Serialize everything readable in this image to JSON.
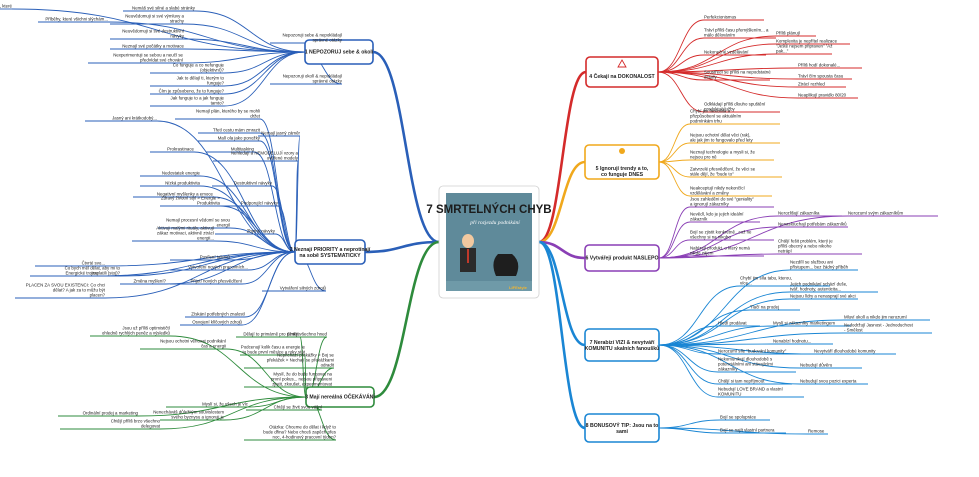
{
  "center": {
    "title": "7 SMRTELNÝCH CHYB",
    "subtitle": "při rozjezdu podnikání",
    "badge": "LIFEstyle",
    "colors": {
      "bg": "#5f8a9a",
      "title": "#1c1c1c",
      "subtitle": "#ffffff"
    }
  },
  "branches": [
    {
      "id": "b1",
      "color": "#2a5fb8",
      "title": [
        "1 NEPOZORUJ sebe & okolí"
      ],
      "nodes": [
        {
          "text": "Nemáš své silné a slabé stránky"
        },
        {
          "text": "Neuvědomuji si své výmluvy a strachy"
        },
        {
          "text": "Neuvědomuji si své destruktivní návyky"
        },
        {
          "text": "Neznají své počátky a motivace"
        },
        {
          "text": "Nexperimentuji se sebou a neučí se předvídat své chování"
        },
        {
          "text": "Nepozoruji sebe & nepokládají správné otázky"
        },
        {
          "text": "Co funguje a co nefunguje (objektivní)?"
        },
        {
          "text": "Jak to dělají ti, kterým to funguje?"
        },
        {
          "text": "Čím je způsobeno, že to funguje?"
        },
        {
          "text": "Nepozoruji okolí & nepokládají správné otázky"
        },
        {
          "text": "Jak funguje to a jak funguje tamto?"
        },
        {
          "text": "Příběhy, které všichni slýchám..."
        },
        {
          "text": "ny, které"
        }
      ]
    },
    {
      "id": "b2",
      "color": "#2a5fb8",
      "title": [
        "2 Neznají PRIORITY a neprotínají",
        "na sobě SYSTEMATICKY"
      ],
      "nodes": [
        {
          "text": "Nemají plán, kterého by se mohli držet"
        },
        {
          "text": "Jasný ani krátkodobý..."
        },
        {
          "text": "Třetí cestu mám zmrazit"
        },
        {
          "text": "Malí ola jako ponožky"
        },
        {
          "text": "Nemají jasný záměr"
        },
        {
          "text": "Prokrastinace"
        },
        {
          "text": "Multitasking"
        },
        {
          "text": "Nehledají a NEMODELUJÍ vzory a ověřené modely"
        },
        {
          "text": "Nedostatek energie"
        },
        {
          "text": "Nízká produktivita"
        },
        {
          "text": "Destruktivní návyky"
        },
        {
          "text": "Negativní myšlenky a emoce"
        },
        {
          "text": "Zdravý životní styl > Energie > Produktivita"
        },
        {
          "text": "Podporující návyky"
        },
        {
          "text": "Nemají procesní vědomí se svou energií"
        },
        {
          "text": "Zbytné návyky"
        },
        {
          "text": "Aktivuji malými rituály, aktivují zákaz motivaci, aktivně ztrácí energii..."
        },
        {
          "text": "Čtvrté svo..."
        },
        {
          "text": "Energické trojice"
        },
        {
          "text": "Posílení talentů"
        },
        {
          "text": "Vytvoření nových pracovních..."
        },
        {
          "text": "Co bych měl dělat, aby mi to zaplatili (stoj)?"
        },
        {
          "text": "Změna myšlení?"
        },
        {
          "text": "Přijetí nových přesvědčení"
        },
        {
          "text": "PLACEN ZA SVOU EXISTENCI: Co chci dělat? A jak za to můžu být placen?"
        },
        {
          "text": "Získání potřebných znalostí"
        },
        {
          "text": "Vytváření silných zdrojů"
        },
        {
          "text": "Osvojení klíčových zdrojů"
        }
      ]
    },
    {
      "id": "b3",
      "color": "#2e8b3c",
      "title": [
        "3 Mají nereálná OČEKÁVÁNÍ"
      ],
      "nodes": [
        {
          "text": "Jsou už příliš optimističtí ohledně rychlých peněz a výsledků"
        },
        {
          "text": "Dělají to primárně pro peníze"
        },
        {
          "text": "Chtějí všechno hned"
        },
        {
          "text": "Nejsou ochotni věnovat podnikání čas a energii"
        },
        {
          "text": "Podcenují kolik času a energie je to bude první měsíce a roky stát"
        },
        {
          "text": "Nepřichází překážky > Boj se překážek > Nechají se překážkami odradit"
        },
        {
          "text": "Myslí, že do bude fungovat na první pokus... nejsou připraveni zjistit, zkoušet, experimentovat"
        },
        {
          "text": "Myslí si, že všech je víc"
        },
        {
          "text": "Ordinální prodej a marketing"
        },
        {
          "text": "Nenecháváš důležitým souvislostem svého byznysu a ignoruji je"
        },
        {
          "text": "Chtějí se živit svou vášní"
        },
        {
          "text": "Chtějí příliš brzo všechno delegovat"
        },
        {
          "text": "Otázka: Chceme do dělat i když to bude dřina? Nebo chceš zapěch přes noc, 4-hodinový pracovní týden?"
        }
      ]
    },
    {
      "id": "b4",
      "color": "#d42b2b",
      "title": [
        "4 Čekají na DOKONALOST"
      ],
      "nodes": [
        {
          "text": "Perfekcionismus"
        },
        {
          "text": "Tráví příliš času přemýšlením... a málo dělováním"
        },
        {
          "text": "Příliš plánují"
        },
        {
          "text": "Komplexita je nepřítel realizace"
        },
        {
          "text": "Nekonečné vzdělávání"
        },
        {
          "text": "\"Ještě nejsem připraven\" \"Až pak...\""
        },
        {
          "text": "Soustředí se příliš na nepodstatné detaily"
        },
        {
          "text": "Příliš hodí dokonalé..."
        },
        {
          "text": "Tráví čím spousta času"
        },
        {
          "text": "Ztrácí rozhled"
        },
        {
          "text": "Neaplikují pravidlo 80/20"
        },
        {
          "text": "Odkládají příliš dlouho spuštění produktu/služby"
        }
      ]
    },
    {
      "id": "b5",
      "color": "#f0a81c",
      "title": [
        "5 Ignorují trendy a to,",
        "co funguje DNES"
      ],
      "nodes": [
        {
          "text": "Chybí jim flexibilita a přizpůsobení se aktuálním podmínkám trhu"
        },
        {
          "text": "Nejsou ochotní dělat věci (rak), ale jak jim to fungovalo před lety"
        },
        {
          "text": "Neznají technologie a mysli si, že nejsou pro ně"
        },
        {
          "text": "Zatvrzelé přesvědčení, že věci se stále dějí, že \"bude to\""
        },
        {
          "text": "Neakceptují nikdy nekončící vzdělávání a změny"
        }
      ]
    },
    {
      "id": "b6",
      "color": "#8a3fb5",
      "title": [
        "6 Vytvářejí produkt NASLEPO"
      ],
      "nodes": [
        {
          "text": "Jsou zahleděni do své \"geniality\" a ignorují zákazníky"
        },
        {
          "text": "Nevědí, kdo je jejich ideální zákazník"
        },
        {
          "text": "Nerozlišují zákazníka"
        },
        {
          "text": "Nerozumí svým zákazníkům"
        },
        {
          "text": "Nenaslouchají potřebám zákazníků"
        },
        {
          "text": "Bojí se zjistit konkrétně...což ne všechny si na nikoho"
        },
        {
          "text": "Nabízejí produkt, o který nemá nikdo zájem"
        },
        {
          "text": "Chtějí řešit problém, který je příliš obecný a nebo nikoho netrápí"
        }
      ]
    },
    {
      "id": "b7",
      "color": "#1a86d4",
      "title": [
        "7 Nerabízí VIZI & nevytváří",
        "KOMUNITU skalních fanoušků"
      ],
      "nodes": [
        {
          "text": "Nezdílí se službou ani přístupem... bez žádný příběh"
        },
        {
          "text": "Chybí jim síla tabu, kterou, více..."
        },
        {
          "text": "Jejich podnikání schází duše, tvář, hodnoty, autenticita..."
        },
        {
          "text": "Nejsou lídry a nenasprají své akci"
        },
        {
          "text": "Tlačí na prodej"
        },
        {
          "text": "Hledí prodávat"
        },
        {
          "text": "Myslí si zákazníky marketingem"
        },
        {
          "text": "Mluví okolí a nikdo jim nerozumí"
        },
        {
          "text": "Nedodržují Jasnost - Jednoduchost - Smělost"
        },
        {
          "text": "Nenabízí hodnotu..."
        },
        {
          "text": "Nerozumí síle \"budování komunity\""
        },
        {
          "text": "Nevytváří dlouhodobé komunity"
        },
        {
          "text": "Nekomunikují dlouhodobě s potenciálními ani stávajícími zákazníky"
        },
        {
          "text": "Nebudují důvěru"
        },
        {
          "text": "Chtějí si tam nepříjmout"
        },
        {
          "text": "Nebudují svou pozici experta"
        },
        {
          "text": "Nebudují LOVE BRAND a vlastní KOMUNITU"
        }
      ]
    },
    {
      "id": "b8",
      "color": "#1a86d4",
      "title": [
        "8 BONUSOVÝ TIP: Jsou na to",
        "sami"
      ],
      "nodes": [
        {
          "text": "Bojí se spolupráce"
        },
        {
          "text": "Bojí se najít vlastní partnera"
        },
        {
          "text": "Remose"
        }
      ]
    }
  ]
}
